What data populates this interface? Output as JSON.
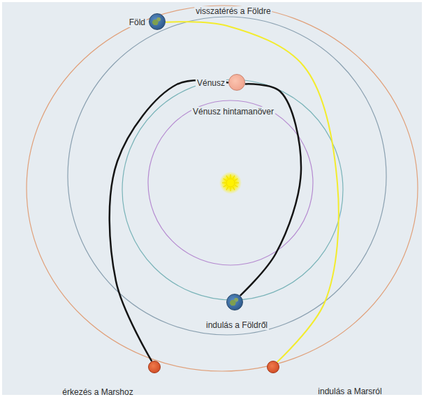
{
  "diagram": {
    "nodes": [
      {
        "text": [
          "visszatérés a Földre",
          "Föld"
        ]
      },
      {
        "text": [
          "Vénusz",
          "Vénusz hintamanöver"
        ]
      },
      {
        "text": [
          "indulás a Földről"
        ]
      },
      {
        "text": [
          "érkezés a Marshoz"
        ]
      },
      {
        "text": [
          "indulás a Marsról"
        ]
      }
    ],
    "edges": [
      {
        "from": 2,
        "to": 1,
        "arrow": "none"
      },
      {
        "from": 1,
        "to": 3,
        "arrow": "none"
      },
      {
        "from": 4,
        "to": 0,
        "arrow": "none"
      }
    ]
  }
}
